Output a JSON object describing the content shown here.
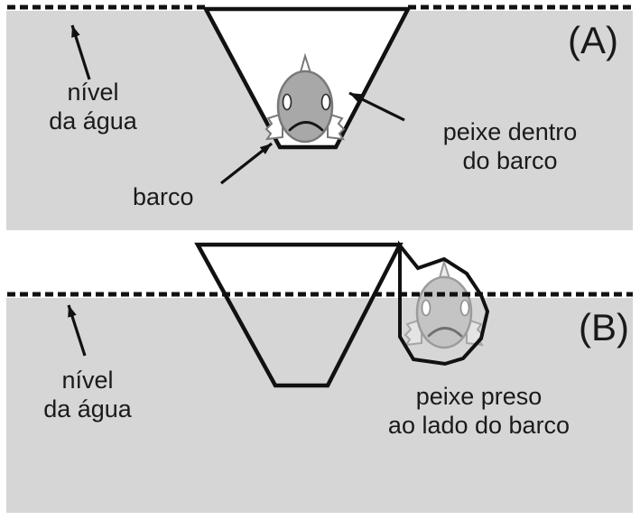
{
  "figure": {
    "panel_a": {
      "tag": "(A)",
      "water_level_label_line1": "nível",
      "water_level_label_line2": "da água",
      "boat_label": "barco",
      "fish_label_line1": "peixe dentro",
      "fish_label_line2": "do barco"
    },
    "panel_b": {
      "tag": "(B)",
      "water_level_label_line1": "nível",
      "water_level_label_line2": "da água",
      "fish_label_line1": "peixe preso",
      "fish_label_line2": "ao lado do barco"
    },
    "colors": {
      "water": "#d6d6d6",
      "outline": "#111111",
      "text": "#1a1a1a",
      "fish_a_body": "#a8a8a8",
      "fish_a_outline": "#787878",
      "fish_b_body": "#c4c4c4",
      "fish_b_outline": "#9b9b9b"
    },
    "icons": {
      "fish_a": "fish-front-sad-icon",
      "fish_b": "fish-front-sad-icon",
      "arrows": "pointer-arrow-icon",
      "water_level": "dashed-water-level-line"
    }
  }
}
